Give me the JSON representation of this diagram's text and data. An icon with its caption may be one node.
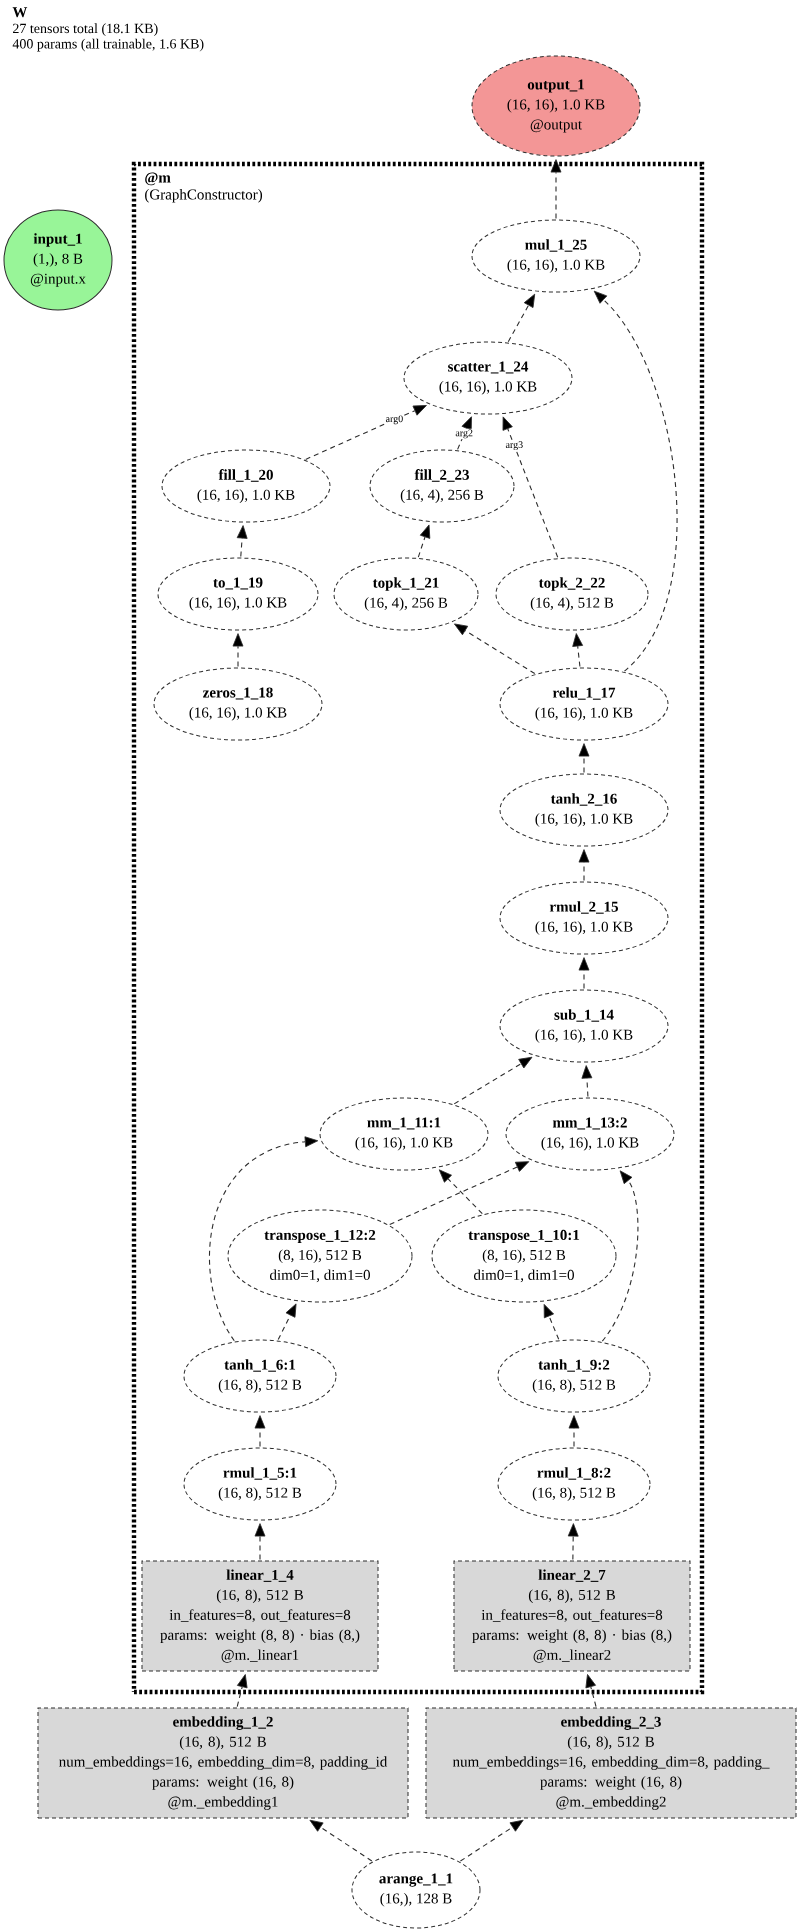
{
  "diagram": {
    "title": "W",
    "nodes": [
      {
        "text": [
          "output_1",
          "(16, 16), 1.0 KB",
          "@output"
        ]
      },
      {
        "text": [
          "@m",
          "(GraphConstructor)"
        ]
      },
      {
        "text": [
          "input_1",
          "(1,), 8 B",
          "@input.x"
        ]
      },
      {
        "text": [
          "mul_1_25",
          "(16, 16), 1.0 KB"
        ],
        "in": 1
      },
      {
        "text": [
          "scatter_1_24",
          "(16, 16), 1.0 KB"
        ],
        "in": 1
      },
      {
        "text": [
          "fill_1_20",
          "(16, 16), 1.0 KB"
        ],
        "in": 1
      },
      {
        "text": [
          "fill_2_23",
          "(16, 4), 256 B"
        ],
        "in": 1
      },
      {
        "text": [
          "to_1_19",
          "(16, 16), 1.0 KB"
        ],
        "in": 1
      },
      {
        "text": [
          "topk_1_21",
          "(16, 4), 256 B"
        ],
        "in": 1
      },
      {
        "text": [
          "topk_2_22",
          "(16, 4), 512 B"
        ],
        "in": 1
      },
      {
        "text": [
          "zeros_1_18",
          "(16, 16), 1.0 KB"
        ],
        "in": 1
      },
      {
        "text": [
          "relu_1_17",
          "(16, 16), 1.0 KB"
        ],
        "in": 1
      },
      {
        "text": [
          "tanh_2_16",
          "(16, 16), 1.0 KB"
        ],
        "in": 1
      },
      {
        "text": [
          "rmul_2_15",
          "(16, 16), 1.0 KB"
        ],
        "in": 1
      },
      {
        "text": [
          "sub_1_14",
          "(16, 16), 1.0 KB"
        ],
        "in": 1
      },
      {
        "text": [
          "mm_1_11:1",
          "(16, 16), 1.0 KB"
        ],
        "in": 1
      },
      {
        "text": [
          "mm_1_13:2",
          "(16, 16), 1.0 KB"
        ],
        "in": 1
      },
      {
        "text": [
          "transpose_1_12:2",
          "(8, 16), 512 B",
          "dim0=1, dim1=0"
        ],
        "in": 1
      },
      {
        "text": [
          "transpose_1_10:1",
          "(8, 16), 512 B",
          "dim0=1, dim1=0"
        ],
        "in": 1
      },
      {
        "text": [
          "tanh_1_6:1",
          "(16, 8), 512 B"
        ],
        "in": 1
      },
      {
        "text": [
          "tanh_1_9:2",
          "(16, 8), 512 B"
        ],
        "in": 1
      },
      {
        "text": [
          "rmul_1_5:1",
          "(16, 8), 512 B"
        ],
        "in": 1
      },
      {
        "text": [
          "rmul_1_8:2",
          "(16, 8), 512 B"
        ],
        "in": 1
      },
      {
        "text": [
          "linear_1_4",
          "(16, 8), 512 B",
          "in_features=8, out_features=8",
          "params: weight (8, 8) · bias (8,)",
          "@m._linear1"
        ],
        "in": 1
      },
      {
        "text": [
          "linear_2_7",
          "(16, 8), 512 B",
          "in_features=8, out_features=8",
          "params: weight (8, 8) · bias (8,)",
          "@m._linear2"
        ],
        "in": 1
      },
      {
        "text": [
          "embedding_1_2",
          "(16, 8), 512 B",
          "num_embeddings=16, embedding_dim=8, padding_id",
          "params: weight (16, 8)",
          "@m._embedding1"
        ]
      },
      {
        "text": [
          "embedding_2_3",
          "(16, 8), 512 B",
          "num_embeddings=16, embedding_dim=8, padding_",
          "params: weight (16, 8)",
          "@m._embedding2"
        ]
      },
      {
        "text": [
          "arange_1_1",
          "(16,), 128 B"
        ]
      }
    ],
    "edges": [
      {
        "from": 3,
        "to": 0,
        "arrow": "to"
      },
      {
        "from": 4,
        "to": 3,
        "arrow": "to"
      },
      {
        "from": 11,
        "to": 3,
        "arrow": "to"
      },
      {
        "from": 5,
        "to": 4,
        "arrow": "to",
        "label": "arg0"
      },
      {
        "from": 6,
        "to": 4,
        "arrow": "to",
        "label": "arg2"
      },
      {
        "from": 9,
        "to": 4,
        "arrow": "to",
        "label": "arg3"
      },
      {
        "from": 7,
        "to": 5,
        "arrow": "to"
      },
      {
        "from": 8,
        "to": 6,
        "arrow": "to"
      },
      {
        "from": 10,
        "to": 7,
        "arrow": "to"
      },
      {
        "from": 11,
        "to": 8,
        "arrow": "to"
      },
      {
        "from": 11,
        "to": 9,
        "arrow": "to"
      },
      {
        "from": 12,
        "to": 11,
        "arrow": "to"
      },
      {
        "from": 13,
        "to": 12,
        "arrow": "to"
      },
      {
        "from": 14,
        "to": 13,
        "arrow": "to"
      },
      {
        "from": 15,
        "to": 14,
        "arrow": "to"
      },
      {
        "from": 16,
        "to": 14,
        "arrow": "to"
      },
      {
        "from": 19,
        "to": 15,
        "arrow": "to"
      },
      {
        "from": 18,
        "to": 15,
        "arrow": "to"
      },
      {
        "from": 17,
        "to": 16,
        "arrow": "to"
      },
      {
        "from": 20,
        "to": 16,
        "arrow": "to"
      },
      {
        "from": 19,
        "to": 17,
        "arrow": "to"
      },
      {
        "from": 20,
        "to": 18,
        "arrow": "to"
      },
      {
        "from": 21,
        "to": 19,
        "arrow": "to"
      },
      {
        "from": 22,
        "to": 20,
        "arrow": "to"
      },
      {
        "from": 23,
        "to": 21,
        "arrow": "to"
      },
      {
        "from": 24,
        "to": 22,
        "arrow": "to"
      },
      {
        "from": 25,
        "to": 23,
        "arrow": "to"
      },
      {
        "from": 26,
        "to": 24,
        "arrow": "to"
      },
      {
        "from": 27,
        "to": 25,
        "arrow": "to"
      },
      {
        "from": 27,
        "to": 26,
        "arrow": "to"
      }
    ],
    "labels": [
      "27 tensors total (18.1 KB)",
      "400 params (all trainable, 1.6 KB)"
    ]
  }
}
